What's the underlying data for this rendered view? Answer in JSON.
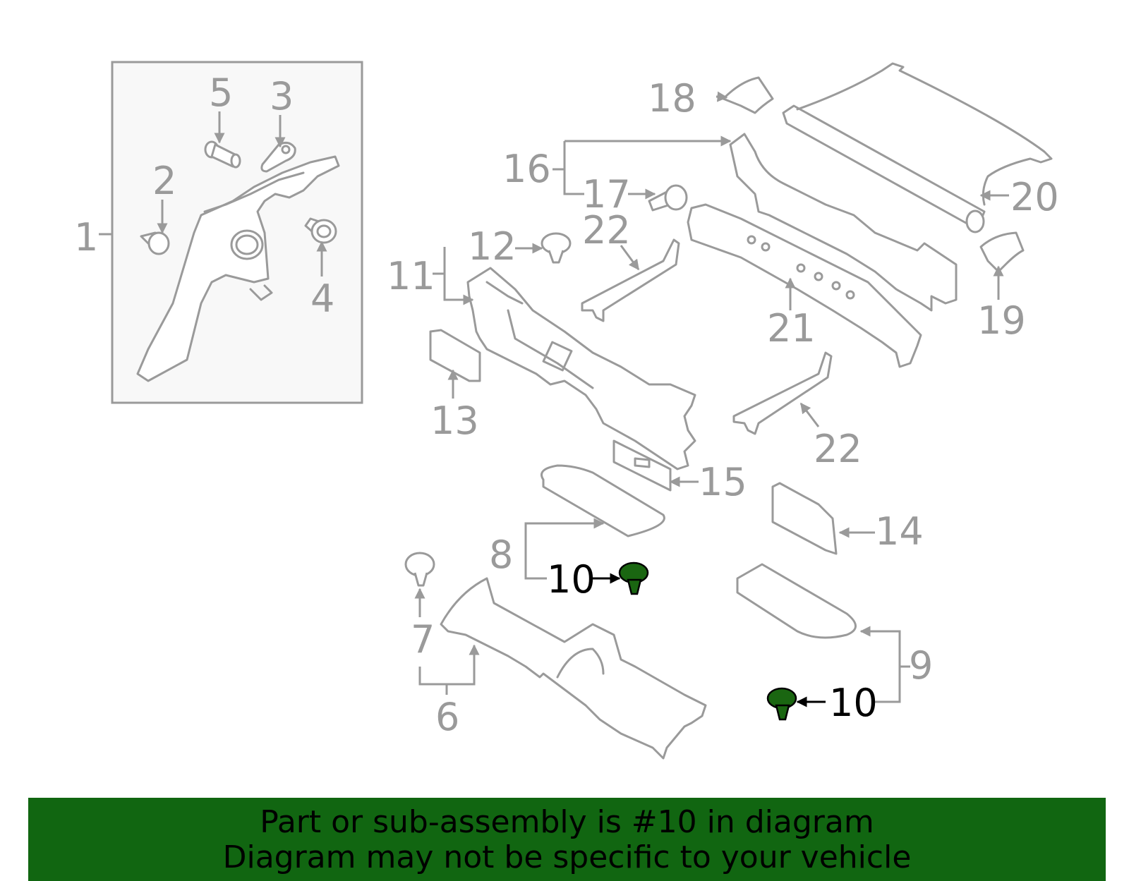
{
  "diagram": {
    "callouts": {
      "c1": "1",
      "c2": "2",
      "c3": "3",
      "c4": "4",
      "c5": "5",
      "c6": "6",
      "c7": "7",
      "c8": "8",
      "c9": "9",
      "c10a": "10",
      "c10b": "10",
      "c11": "11",
      "c12": "12",
      "c13": "13",
      "c14": "14",
      "c15": "15",
      "c16": "16",
      "c17": "17",
      "c18": "18",
      "c19": "19",
      "c20": "20",
      "c21": "21",
      "c22a": "22",
      "c22b": "22"
    },
    "highlight_color": "#1a6611",
    "line_color": "#9a9a9a"
  },
  "banner": {
    "line1": "Part or sub-assembly is #10 in diagram",
    "line2": "Diagram may not be specific to your vehicle",
    "background": "#116611"
  }
}
